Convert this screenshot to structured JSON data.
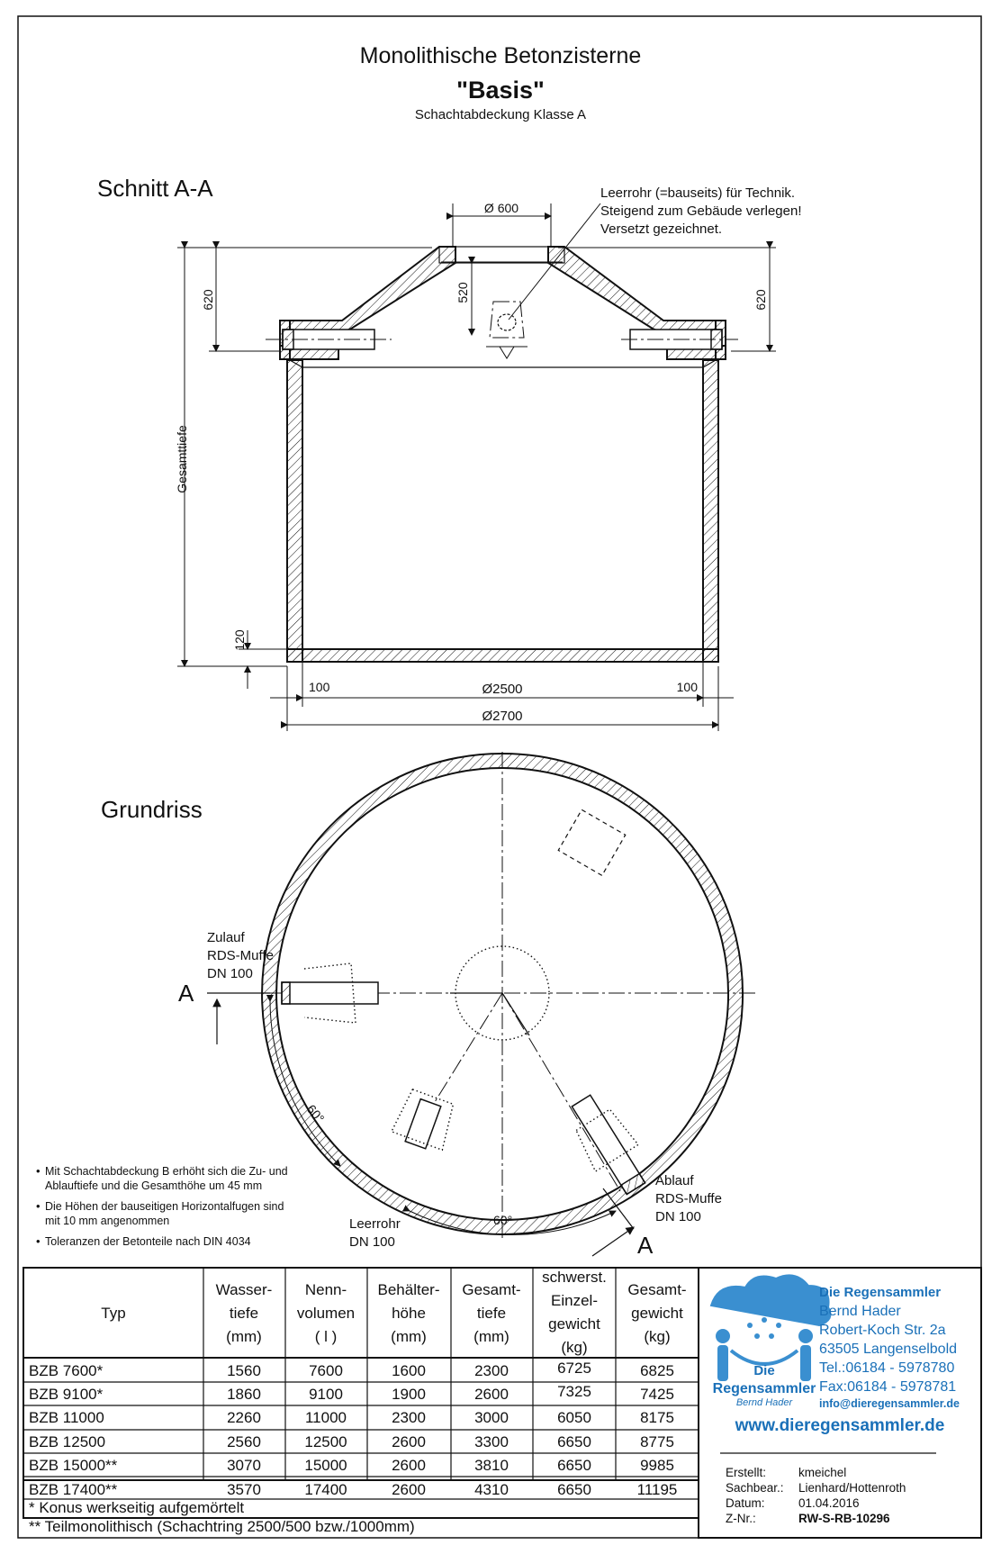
{
  "title": {
    "main": "Monolithische Betonzisterne",
    "sub": "\"Basis\"",
    "caption": "Schachtabdeckung Klasse A"
  },
  "section": {
    "label": "Schnitt A-A",
    "pipe_note": [
      "Leerrohr (=bauseits) für Technik.",
      "Steigend zum Gebäude verlegen!",
      "Versetzt gezeichnet."
    ],
    "dim_opening": "Ø 600",
    "dim_left_620": "620",
    "dim_right_620": "620",
    "dim_520": "520",
    "dim_total_label": "Gesamttiefe",
    "dim_120": "120",
    "dim_100_left": "100",
    "dim_inner": "Ø2500",
    "dim_100_right": "100",
    "dim_outer": "Ø2700"
  },
  "plan": {
    "label": "Grundriss",
    "inlet": [
      "Zulauf",
      "RDS-Muffe",
      "DN 100"
    ],
    "section_mark_left": "A",
    "section_mark_right": "A",
    "angle_left": "60°",
    "angle_bottom": "60°",
    "outlet": [
      "Ablauf",
      "RDS-Muffe",
      "DN 100"
    ],
    "empty_pipe": [
      "Leerrohr",
      "DN 100"
    ]
  },
  "notes": [
    [
      "Mit Schachtabdeckung B erhöht sich  die Zu- und",
      "Ablauftiefe und die Gesamthöhe  um 45 mm"
    ],
    [
      "Die Höhen der bauseitigen Horizontalfugen  sind",
      "mit 10 mm angenommen"
    ],
    [
      "Toleranzen der Betonteile nach DIN 4034"
    ]
  ],
  "table": {
    "headers": [
      [
        "Typ"
      ],
      [
        "Wasser-",
        "tiefe",
        "(mm)"
      ],
      [
        "Nenn-",
        "volumen",
        "( l )"
      ],
      [
        "Behälter-",
        "höhe",
        "(mm)"
      ],
      [
        "Gesamt-",
        "tiefe",
        "(mm)"
      ],
      [
        "schwerst.",
        "Einzel-",
        "gewicht",
        "(kg)"
      ],
      [
        "Gesamt-",
        "gewicht",
        "(kg)"
      ]
    ],
    "rows": [
      [
        "BZB 7600*",
        "1560",
        "7600",
        "1600",
        "2300",
        "6725",
        "6825"
      ],
      [
        "BZB 9100*",
        "1860",
        "9100",
        "1900",
        "2600",
        "7325",
        "7425"
      ],
      [
        "BZB 11000",
        "2260",
        "11000",
        "2300",
        "3000",
        "6050",
        "8175"
      ],
      [
        "BZB 12500",
        "2560",
        "12500",
        "2600",
        "3300",
        "6650",
        "8775"
      ],
      [
        "BZB 15000**",
        "3070",
        "15000",
        "2600",
        "3810",
        "6650",
        "9985"
      ],
      [
        "BZB 17400**",
        "3570",
        "17400",
        "2600",
        "4310",
        "6650",
        "11195"
      ]
    ],
    "footnotes": [
      "* Konus werkseitig aufgemörtelt",
      "** Teilmonolithisch (Schachtring 2500/500 bzw./1000mm)"
    ]
  },
  "company": {
    "name": "Die Regensammler",
    "owner": "Bernd Hader",
    "street": "Robert-Koch Str. 2a",
    "city": "63505 Langenselbold",
    "tel": "Tel.:06184 - 5978780",
    "fax": "Fax:06184 - 5978781",
    "email": "info@dieregensammler.de",
    "web": "www.dieregensammler.de",
    "logo_text1": "Die",
    "logo_text2": "Regensammler",
    "logo_text3": "Bernd Hader"
  },
  "meta": {
    "rows": [
      [
        "Erstellt:",
        "kmeichel"
      ],
      [
        "Sachbear.:",
        "Lienhard/Hottenroth"
      ],
      [
        "Datum:",
        "01.04.2016"
      ],
      [
        "Z-Nr.:",
        "RW-S-RB-10296"
      ]
    ]
  },
  "colors": {
    "ink": "#111111",
    "logo_blue": "#3a8fd0",
    "logo_dark": "#1a70b8"
  }
}
